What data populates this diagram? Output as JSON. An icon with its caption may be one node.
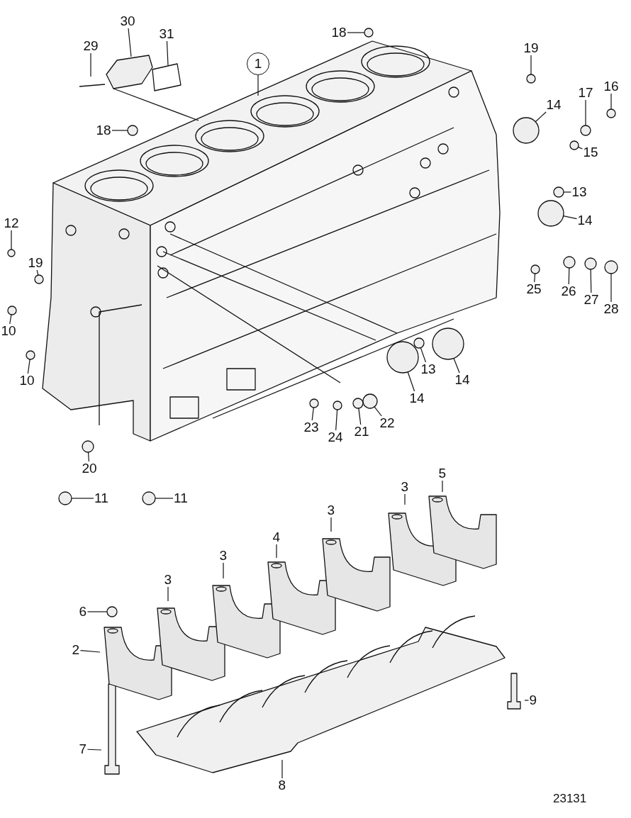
{
  "diagram": {
    "nodes": [
      {
        "text": [
          "30"
        ]
      },
      {
        "text": [
          "31"
        ]
      },
      {
        "text": [
          "29"
        ]
      },
      {
        "text": [
          "1"
        ]
      },
      {
        "text": [
          "18"
        ]
      },
      {
        "text": [
          "19"
        ]
      },
      {
        "text": [
          "17"
        ]
      },
      {
        "text": [
          "16"
        ]
      },
      {
        "text": [
          "14"
        ]
      },
      {
        "text": [
          "15"
        ]
      },
      {
        "text": [
          "18"
        ]
      },
      {
        "text": [
          "13"
        ]
      },
      {
        "text": [
          "14"
        ]
      },
      {
        "text": [
          "12"
        ]
      },
      {
        "text": [
          "19"
        ]
      },
      {
        "text": [
          "25"
        ]
      },
      {
        "text": [
          "26"
        ]
      },
      {
        "text": [
          "27"
        ]
      },
      {
        "text": [
          "28"
        ]
      },
      {
        "text": [
          "10"
        ]
      },
      {
        "text": [
          "10"
        ]
      },
      {
        "text": [
          "13"
        ]
      },
      {
        "text": [
          "14"
        ]
      },
      {
        "text": [
          "14"
        ]
      },
      {
        "text": [
          "23"
        ]
      },
      {
        "text": [
          "24"
        ]
      },
      {
        "text": [
          "21"
        ]
      },
      {
        "text": [
          "22"
        ]
      },
      {
        "text": [
          "20"
        ]
      },
      {
        "text": [
          "11"
        ]
      },
      {
        "text": [
          "11"
        ]
      },
      {
        "text": [
          "5"
        ]
      },
      {
        "text": [
          "3"
        ]
      },
      {
        "text": [
          "3"
        ]
      },
      {
        "text": [
          "4"
        ]
      },
      {
        "text": [
          "3"
        ]
      },
      {
        "text": [
          "3"
        ]
      },
      {
        "text": [
          "6"
        ]
      },
      {
        "text": [
          "2"
        ]
      },
      {
        "text": [
          "9"
        ]
      },
      {
        "text": [
          "7"
        ]
      },
      {
        "text": [
          "8"
        ]
      },
      {
        "text": [],
        "shape": "circle"
      },
      {
        "text": [],
        "shape": "circle"
      },
      {
        "text": [],
        "shape": "circle"
      },
      {
        "text": [],
        "shape": "circle"
      },
      {
        "text": [],
        "shape": "circle"
      },
      {
        "text": [],
        "shape": "circle"
      },
      {
        "text": [],
        "shape": "circle"
      },
      {
        "text": [],
        "shape": "circle"
      },
      {
        "text": [],
        "shape": "circle"
      },
      {
        "text": [],
        "shape": "circle"
      },
      {
        "text": [],
        "shape": "circle"
      },
      {
        "text": [],
        "shape": "circle"
      },
      {
        "text": [],
        "shape": "circle"
      },
      {
        "text": [],
        "shape": "circle"
      },
      {
        "text": [],
        "shape": "circle"
      },
      {
        "text": [],
        "shape": "circle"
      },
      {
        "text": [],
        "shape": "circle"
      },
      {
        "text": [],
        "shape": "circle"
      },
      {
        "text": [],
        "shape": "circle"
      },
      {
        "text": [],
        "shape": "circle"
      },
      {
        "text": [],
        "shape": "circle"
      },
      {
        "text": [],
        "shape": "circle"
      },
      {
        "text": [],
        "shape": "circle"
      },
      {
        "text": [],
        "shape": "circle"
      },
      {
        "text": [],
        "shape": "circle"
      },
      {
        "text": [],
        "shape": "circle"
      },
      {
        "text": [],
        "shape": "circle"
      },
      {
        "text": [],
        "shape": "circle"
      }
    ],
    "edges": [
      {
        "from": 0,
        "to": null,
        "arrow": "none"
      },
      {
        "from": 1,
        "to": null,
        "arrow": "none"
      },
      {
        "from": 2,
        "to": null,
        "arrow": "none"
      },
      {
        "from": 3,
        "to": null,
        "arrow": "none"
      },
      {
        "from": 4,
        "to": 42,
        "arrow": "none"
      },
      {
        "from": 5,
        "to": 43,
        "arrow": "none"
      },
      {
        "from": 6,
        "to": 44,
        "arrow": "none"
      },
      {
        "from": 7,
        "to": 45,
        "arrow": "none"
      },
      {
        "from": 8,
        "to": 46,
        "arrow": "none"
      },
      {
        "from": 9,
        "to": 47,
        "arrow": "none"
      },
      {
        "from": 10,
        "to": 48,
        "arrow": "none"
      },
      {
        "from": 11,
        "to": 49,
        "arrow": "none"
      },
      {
        "from": 12,
        "to": 50,
        "arrow": "none"
      },
      {
        "from": 13,
        "to": 51,
        "arrow": "none"
      },
      {
        "from": 14,
        "to": 52,
        "arrow": "none"
      },
      {
        "from": 15,
        "to": 53,
        "arrow": "none"
      },
      {
        "from": 16,
        "to": 54,
        "arrow": "none"
      },
      {
        "from": 17,
        "to": 55,
        "arrow": "none"
      },
      {
        "from": 18,
        "to": 56,
        "arrow": "none"
      },
      {
        "from": 19,
        "to": 57,
        "arrow": "none"
      },
      {
        "from": 20,
        "to": 58,
        "arrow": "none"
      },
      {
        "from": 21,
        "to": 59,
        "arrow": "none"
      },
      {
        "from": 22,
        "to": 60,
        "arrow": "none"
      },
      {
        "from": 23,
        "to": 61,
        "arrow": "none"
      },
      {
        "from": 24,
        "to": 62,
        "arrow": "none"
      },
      {
        "from": 25,
        "to": 63,
        "arrow": "none"
      },
      {
        "from": 26,
        "to": 64,
        "arrow": "none"
      },
      {
        "from": 27,
        "to": 65,
        "arrow": "none"
      },
      {
        "from": 28,
        "to": 66,
        "arrow": "none"
      },
      {
        "from": 29,
        "to": 67,
        "arrow": "none"
      },
      {
        "from": 30,
        "to": 68,
        "arrow": "none"
      },
      {
        "from": 31,
        "to": null,
        "arrow": "none"
      },
      {
        "from": 32,
        "to": null,
        "arrow": "none"
      },
      {
        "from": 33,
        "to": null,
        "arrow": "none"
      },
      {
        "from": 34,
        "to": null,
        "arrow": "none"
      },
      {
        "from": 35,
        "to": null,
        "arrow": "none"
      },
      {
        "from": 36,
        "to": null,
        "arrow": "none"
      },
      {
        "from": 37,
        "to": 69,
        "arrow": "none"
      },
      {
        "from": 38,
        "to": null,
        "arrow": "none"
      },
      {
        "from": 39,
        "to": null,
        "arrow": "none"
      },
      {
        "from": 40,
        "to": null,
        "arrow": "none"
      },
      {
        "from": 41,
        "to": null,
        "arrow": "none"
      }
    ],
    "labels": [
      "23131"
    ]
  }
}
